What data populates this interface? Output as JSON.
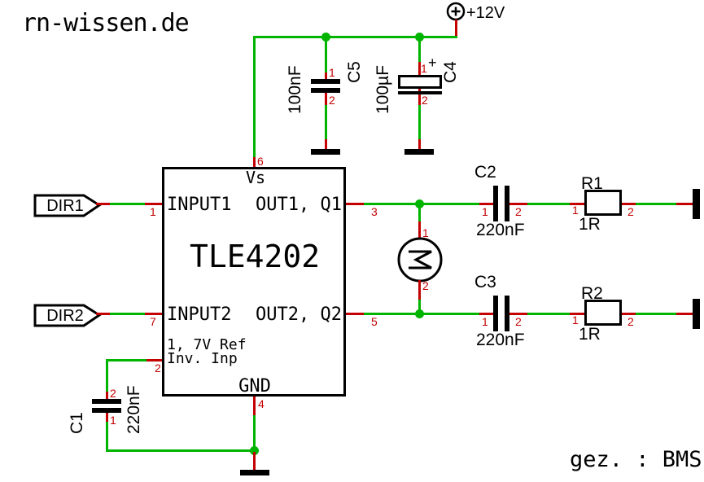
{
  "colors": {
    "wire_net": "#00b400",
    "pin_stub": "#c40000",
    "pin_number_text": "#c40000",
    "outline": "#000000",
    "background": "#ffffff"
  },
  "branding": {
    "site": "rn-wissen.de",
    "credit": "gez. : BMS"
  },
  "power": {
    "label": "+12V"
  },
  "ic": {
    "part": "TLE4202",
    "pin_labels": {
      "vs": "Vs",
      "input1": "INPUT1",
      "out1": "OUT1, Q1",
      "input2": "INPUT2",
      "out2": "OUT2, Q2",
      "ref_line1": "1, 7V Ref",
      "ref_line2": "Inv. Inp",
      "gnd": "GND"
    },
    "pin_numbers": {
      "input1": "1",
      "ref": "2",
      "out1": "3",
      "gnd": "4",
      "out2": "5",
      "vs": "6",
      "input2": "7"
    }
  },
  "connectors": {
    "dir1": {
      "label": "DIR1"
    },
    "dir2": {
      "label": "DIR2"
    }
  },
  "capacitors": {
    "c1": {
      "name": "C1",
      "value": "220nF",
      "pin1": "1",
      "pin2": "2"
    },
    "c2": {
      "name": "C2",
      "value": "220nF",
      "pin1": "1",
      "pin2": "2"
    },
    "c3": {
      "name": "C3",
      "value": "220nF",
      "pin1": "1",
      "pin2": "2"
    },
    "c4": {
      "name": "C4",
      "value": "100µF",
      "pin1": "1",
      "pin2": "2",
      "polarity": "+"
    },
    "c5": {
      "name": "C5",
      "value": "100nF",
      "pin1": "1",
      "pin2": "2"
    }
  },
  "resistors": {
    "r1": {
      "name": "R1",
      "value": "1R",
      "pin1": "1",
      "pin2": "2"
    },
    "r2": {
      "name": "R2",
      "value": "1R",
      "pin1": "1",
      "pin2": "2"
    }
  },
  "motor": {
    "pin1": "1",
    "pin2": "2"
  }
}
